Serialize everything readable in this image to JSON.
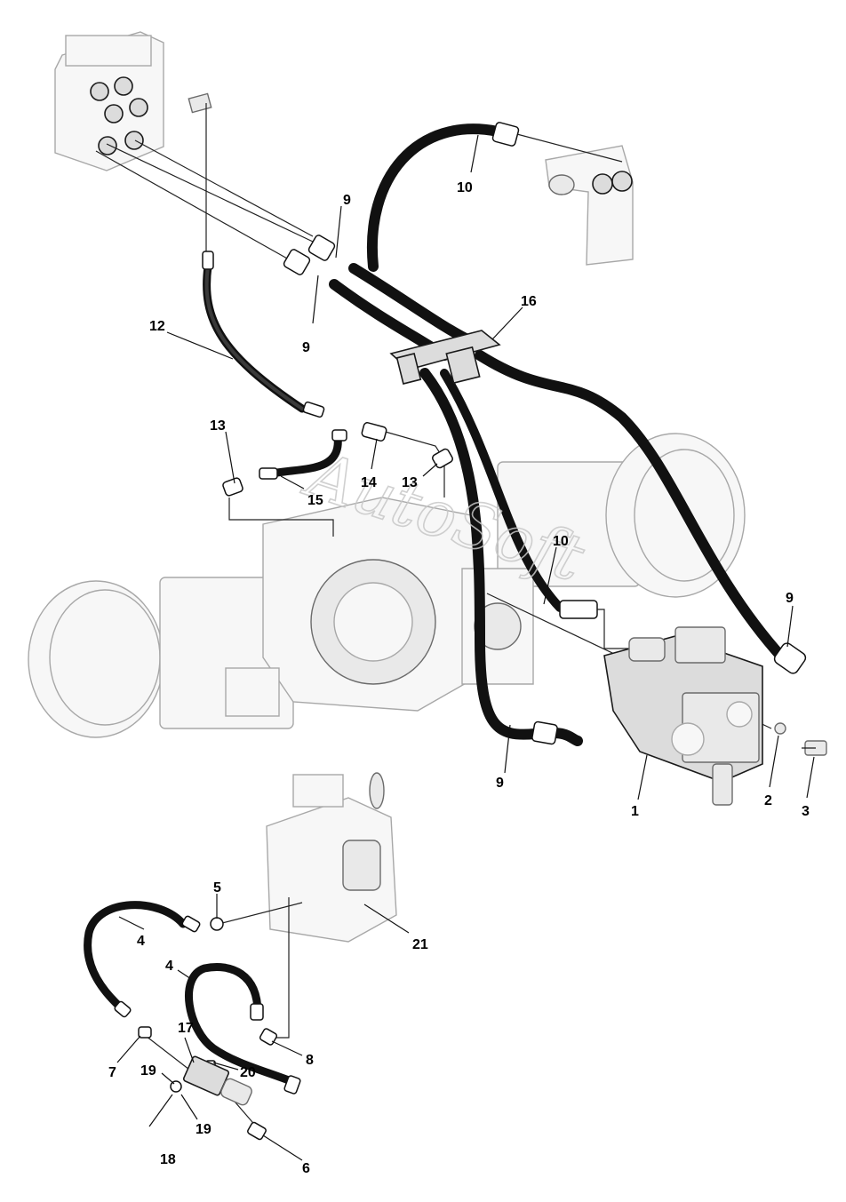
{
  "watermark": "AutoSoft",
  "callouts": {
    "c1": "1",
    "c2": "2",
    "c3": "3",
    "c4a": "4",
    "c4b": "4",
    "c5": "5",
    "c6": "6",
    "c7": "7",
    "c8": "8",
    "c9a": "9",
    "c9b": "9",
    "c9c": "9",
    "c9d": "9",
    "c10a": "10",
    "c10b": "10",
    "c12": "12",
    "c13a": "13",
    "c13b": "13",
    "c14": "14",
    "c15": "15",
    "c16": "16",
    "c17": "17",
    "c18": "18",
    "c19a": "19",
    "c19b": "19",
    "c20": "20",
    "c21": "21"
  }
}
